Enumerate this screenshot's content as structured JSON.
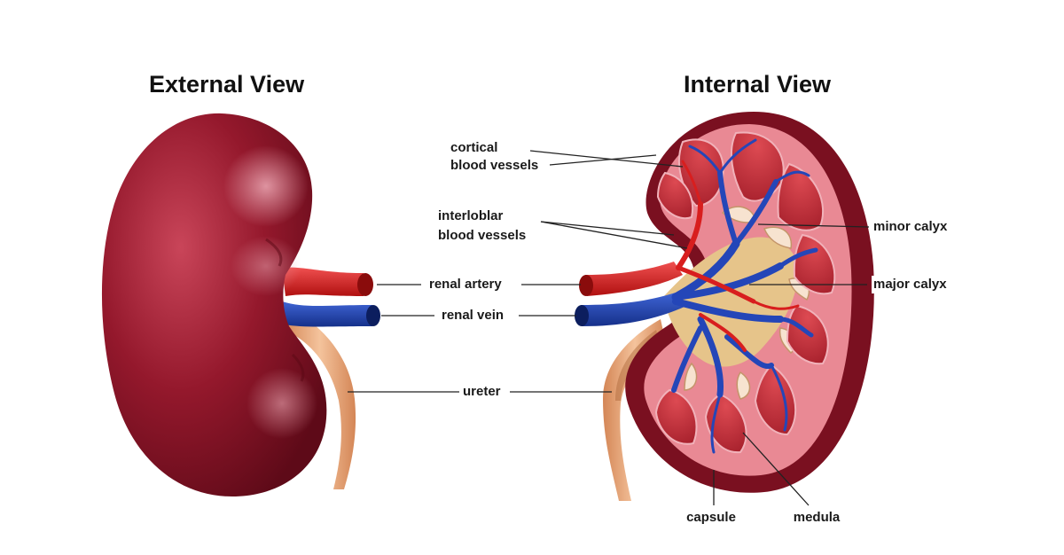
{
  "titles": {
    "external": "External View",
    "internal": "Internal View"
  },
  "labels": {
    "cortical_line1": "cortical",
    "cortical_line2": "blood vessels",
    "interlobar_line1": "interloblar",
    "interlobar_line2": "blood vessels",
    "renal_artery": "renal artery",
    "renal_vein": "renal vein",
    "ureter": "ureter",
    "minor_calyx": "minor calyx",
    "major_calyx": "major calyx",
    "capsule": "capsule",
    "medula": "medula"
  },
  "colors": {
    "kidney_outer": "#7a1020",
    "kidney_highlight": "#c0394e",
    "cortex": "#e88a94",
    "pyramid": "#c9303c",
    "artery": "#d81e1e",
    "vein": "#1e3fa8",
    "ureter": "#e8a878",
    "pelvis": "#e6c48a"
  }
}
